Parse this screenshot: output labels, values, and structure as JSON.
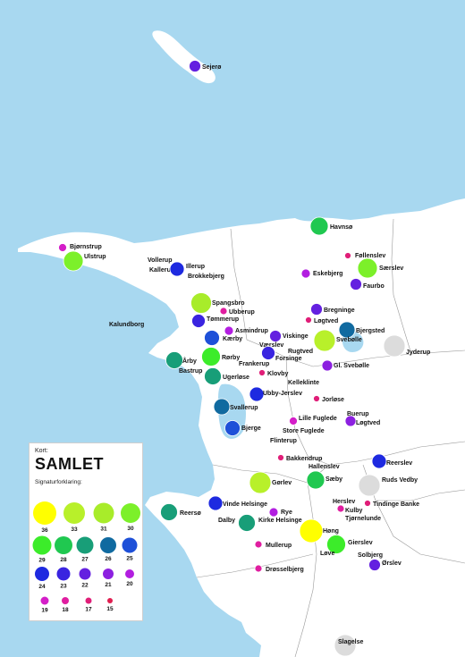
{
  "colors": {
    "sea": "#a8d8f0",
    "land": "#ffffff",
    "border": "#9a9a9a",
    "c36": "#ffff00",
    "c33": "#b8f02a",
    "c31": "#a8ec2a",
    "c30": "#7cf02a",
    "c29": "#3cec2a",
    "c28": "#20c850",
    "c27": "#189e78",
    "c26": "#106aa0",
    "c25": "#1e50d8",
    "c24": "#1e2ae0",
    "c23": "#3a24e0",
    "c22": "#6420e0",
    "c21": "#8c20e0",
    "c20": "#b21ee0",
    "c19": "#d41ec8",
    "c18": "#e01ea0",
    "c17": "#e01e78",
    "c15": "#e01e50",
    "grey": "#dcdcdc"
  },
  "legend": {
    "kort_label": "Kort:",
    "title": "SAMLET",
    "signatur_label": "Signaturforklaring:",
    "items": [
      {
        "label": "36",
        "color": "c36",
        "r": 13
      },
      {
        "label": "33",
        "color": "c33",
        "r": 12
      },
      {
        "label": "31",
        "color": "c31",
        "r": 11.5
      },
      {
        "label": "30",
        "color": "c30",
        "r": 11
      },
      {
        "label": "29",
        "color": "c29",
        "r": 10.5
      },
      {
        "label": "28",
        "color": "c28",
        "r": 10
      },
      {
        "label": "27",
        "color": "c27",
        "r": 9.5
      },
      {
        "label": "26",
        "color": "c26",
        "r": 9
      },
      {
        "label": "25",
        "color": "c25",
        "r": 8.5
      },
      {
        "label": "24",
        "color": "c24",
        "r": 8
      },
      {
        "label": "23",
        "color": "c23",
        "r": 7.5
      },
      {
        "label": "22",
        "color": "c22",
        "r": 6.5
      },
      {
        "label": "21",
        "color": "c21",
        "r": 6
      },
      {
        "label": "20",
        "color": "c20",
        "r": 5
      },
      {
        "label": "19",
        "color": "c19",
        "r": 4.5
      },
      {
        "label": "18",
        "color": "c18",
        "r": 4
      },
      {
        "label": "17",
        "color": "c17",
        "r": 3.5
      },
      {
        "label": "15",
        "color": "c15",
        "r": 3
      }
    ]
  },
  "places": [
    {
      "name": "Sejerø",
      "color": "c22"
    },
    {
      "name": "Havnsø",
      "color": "c28"
    },
    {
      "name": "Bjørnstrup",
      "color": "c19"
    },
    {
      "name": "Ulstrup",
      "color": "c30"
    },
    {
      "name": "Føllenslev",
      "color": "c17"
    },
    {
      "name": "Særslev",
      "color": "c30"
    },
    {
      "name": "Eskebjerg",
      "color": "c20"
    },
    {
      "name": "Faurbo",
      "color": "c22"
    },
    {
      "name": "Vollerup",
      "color": ""
    },
    {
      "name": "Kallerup",
      "color": ""
    },
    {
      "name": "Illerup",
      "color": "c24"
    },
    {
      "name": "Brokkebjerg",
      "color": ""
    },
    {
      "name": "Spangsbro",
      "color": "c31"
    },
    {
      "name": "Ubberup",
      "color": "c18"
    },
    {
      "name": "Tømmerup",
      "color": "c23"
    },
    {
      "name": "Kalundborg",
      "color": ""
    },
    {
      "name": "Bregninge",
      "color": "c22"
    },
    {
      "name": "Løgtved",
      "color": "c17"
    },
    {
      "name": "Asmindrup",
      "color": "c20"
    },
    {
      "name": "Viskinge",
      "color": "c22"
    },
    {
      "name": "Bjergsted",
      "color": "c26"
    },
    {
      "name": "Svebølle",
      "color": "c33"
    },
    {
      "name": "Kærby",
      "color": "c25"
    },
    {
      "name": "Værslev",
      "color": ""
    },
    {
      "name": "Rugtved",
      "color": ""
    },
    {
      "name": "Forsinge",
      "color": "c23"
    },
    {
      "name": "Jyderup",
      "color": "grey"
    },
    {
      "name": "Årby",
      "color": "c27"
    },
    {
      "name": "Rørby",
      "color": "c29"
    },
    {
      "name": "Frankerup",
      "color": ""
    },
    {
      "name": "Gl. Svebølle",
      "color": "c21"
    },
    {
      "name": "Bastrup",
      "color": ""
    },
    {
      "name": "Ugerløse",
      "color": "c27"
    },
    {
      "name": "Klovby",
      "color": "c17"
    },
    {
      "name": "Kelleklinte",
      "color": ""
    },
    {
      "name": "Ubby-Jerslev",
      "color": "c24"
    },
    {
      "name": "Jorløse",
      "color": "c17"
    },
    {
      "name": "Svallerup",
      "color": "c26"
    },
    {
      "name": "Buerup",
      "color": ""
    },
    {
      "name": "Løgtved",
      "color": "c21"
    },
    {
      "name": "Lille Fuglede",
      "color": "c19"
    },
    {
      "name": "Store Fuglede",
      "color": ""
    },
    {
      "name": "Bjerge",
      "color": "c25"
    },
    {
      "name": "Flinterup",
      "color": ""
    },
    {
      "name": "Bakkendrup",
      "color": "c17"
    },
    {
      "name": "Reerslev",
      "color": "c24"
    },
    {
      "name": "Hallenslev",
      "color": ""
    },
    {
      "name": "Gørlev",
      "color": "c33"
    },
    {
      "name": "Saeby",
      "label": "Sæby",
      "color": "c28"
    },
    {
      "name": "Ruds Vedby",
      "color": "grey"
    },
    {
      "name": "Reersø",
      "color": "c27"
    },
    {
      "name": "Vinde Helsinge",
      "color": "c24"
    },
    {
      "name": "Herslev",
      "color": ""
    },
    {
      "name": "Tindinge Banke",
      "color": "c17"
    },
    {
      "name": "Kulby",
      "color": "c18"
    },
    {
      "name": "Tjørnelunde",
      "color": ""
    },
    {
      "name": "Rye",
      "color": "c20"
    },
    {
      "name": "Dalby",
      "color": ""
    },
    {
      "name": "Kirke Helsinge",
      "color": "c27"
    },
    {
      "name": "Høng",
      "color": "c36"
    },
    {
      "name": "Gierslev",
      "color": "c29"
    },
    {
      "name": "Løve",
      "color": ""
    },
    {
      "name": "Mullerup",
      "color": "c18"
    },
    {
      "name": "Solbjerg",
      "color": ""
    },
    {
      "name": "Ørslev",
      "color": "c22"
    },
    {
      "name": "Drøsselbjerg",
      "color": "c18"
    },
    {
      "name": "Slagelse",
      "color": "grey"
    }
  ]
}
